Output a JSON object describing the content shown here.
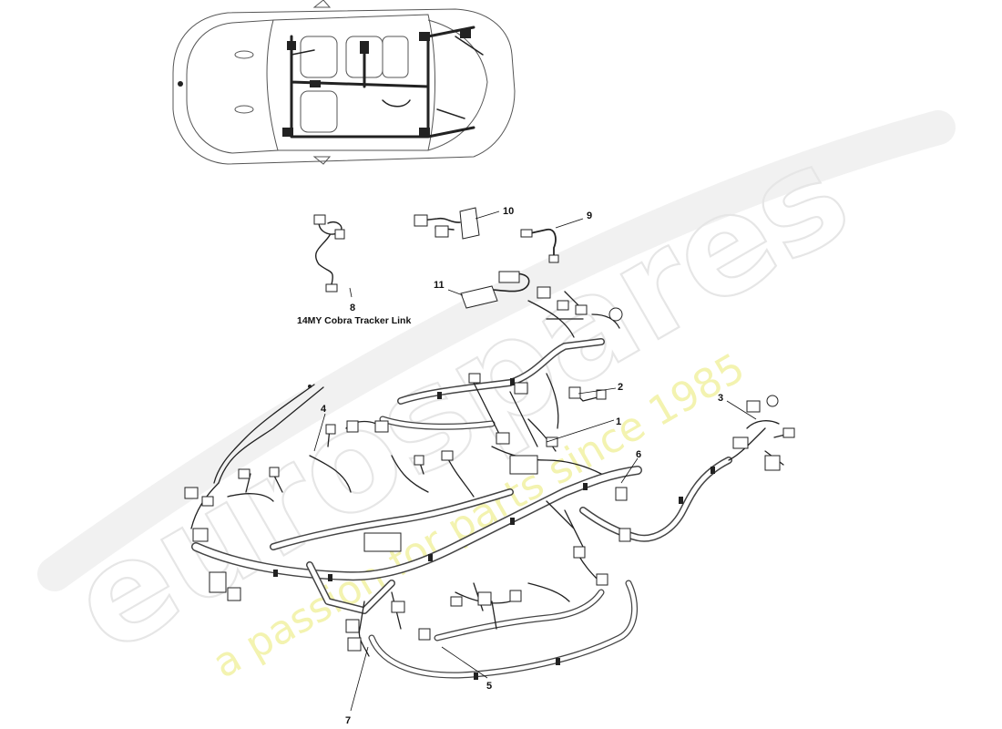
{
  "diagram": {
    "watermark": {
      "brand": "eurospares",
      "tagline": "a passion for parts since 1985"
    },
    "callouts": [
      {
        "id": "1",
        "text": "1"
      },
      {
        "id": "2",
        "text": "2"
      },
      {
        "id": "3",
        "text": "3"
      },
      {
        "id": "4",
        "text": "4"
      },
      {
        "id": "5",
        "text": "5"
      },
      {
        "id": "6",
        "text": "6"
      },
      {
        "id": "7",
        "text": "7"
      },
      {
        "id": "8",
        "text": "8"
      },
      {
        "id": "9",
        "text": "9"
      },
      {
        "id": "10",
        "text": "10"
      },
      {
        "id": "11",
        "text": "11"
      }
    ],
    "caption_8": "14MY Cobra Tracker Link"
  }
}
